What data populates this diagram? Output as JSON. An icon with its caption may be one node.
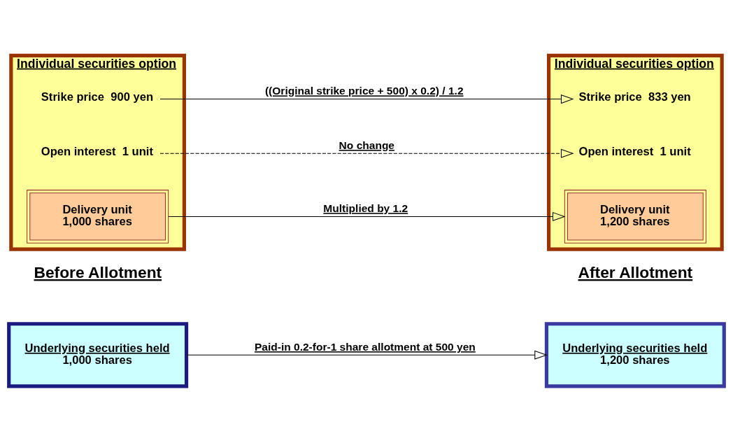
{
  "diagram": {
    "nodes": [
      {
        "text": [
          "Underlying securities held",
          "1,000 shares"
        ]
      },
      {
        "text": [
          "Individual securities option"
        ]
      },
      {
        "text": [
          "Strike price  900 yen"
        ],
        "in": 1
      },
      {
        "text": [
          "Open interest  1 unit"
        ],
        "in": 1
      },
      {
        "text": [
          "Delivery unit",
          "1,000 shares"
        ],
        "in": 1
      },
      {
        "text": [
          "Underlying securities held",
          "1,200 shares"
        ]
      },
      {
        "text": [
          "Individual securities option"
        ]
      },
      {
        "text": [
          "Strike price  833 yen"
        ],
        "in": 6
      },
      {
        "text": [
          "Open interest  1 unit"
        ],
        "in": 6
      },
      {
        "text": [
          "Delivery unit",
          "1,200 shares"
        ],
        "in": 6
      }
    ],
    "edges": [
      {
        "from": 0,
        "to": 5,
        "arrow": "to",
        "label": "Paid-in 0.2-for-1 share allotment at 500 yen"
      },
      {
        "from": 2,
        "to": 7,
        "arrow": "to",
        "label": "((Original strike price + 500) x 0.2) / 1.2"
      },
      {
        "from": 3,
        "to": 8,
        "arrow": "to",
        "label": "No change",
        "style": "dashed"
      },
      {
        "from": 4,
        "to": 9,
        "arrow": "to",
        "label": "Multiplied by 1.2"
      }
    ],
    "labels": [
      "Before Allotment",
      "After Allotment"
    ]
  }
}
